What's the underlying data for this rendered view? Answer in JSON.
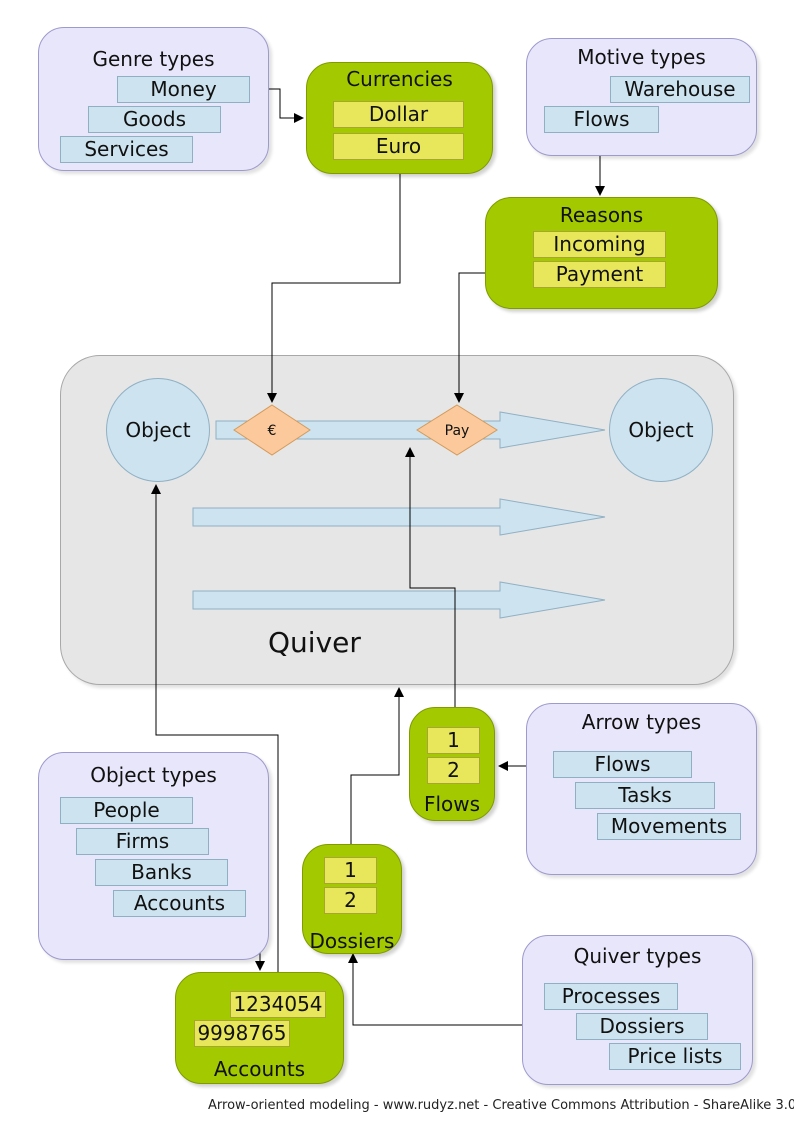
{
  "genre_types": {
    "title": "Genre types",
    "items": [
      "Money",
      "Goods",
      "Services"
    ]
  },
  "currencies": {
    "title": "Currencies",
    "items": [
      "Dollar",
      "Euro"
    ]
  },
  "motive_types": {
    "title": "Motive types",
    "items": [
      "Warehouse",
      "Flows"
    ]
  },
  "reasons": {
    "title": "Reasons",
    "items": [
      "Incoming",
      "Payment"
    ]
  },
  "quiver": {
    "label": "Quiver",
    "object_left": "Object",
    "object_right": "Object",
    "currency_symbol": "€",
    "pay_label": "Pay"
  },
  "flows_box": {
    "title": "Flows",
    "items": [
      "1",
      "2"
    ]
  },
  "arrow_types": {
    "title": "Arrow types",
    "items": [
      "Flows",
      "Tasks",
      "Movements"
    ]
  },
  "object_types": {
    "title": "Object types",
    "items": [
      "People",
      "Firms",
      "Banks",
      "Accounts"
    ]
  },
  "dossiers_box": {
    "title": "Dossiers",
    "items": [
      "1",
      "2"
    ]
  },
  "quiver_types": {
    "title": "Quiver types",
    "items": [
      "Processes",
      "Dossiers",
      "Price lists"
    ]
  },
  "accounts_box": {
    "title": "Accounts",
    "items": [
      "1234054",
      "9998765"
    ]
  },
  "footer": "Arrow-oriented modeling - www.rudyz.net - Creative Commons Attribution - ShareAlike 3.0",
  "colors": {
    "purple_box": "#e8e6fb",
    "green_box": "#a3c900",
    "blue_item": "#cde3ef",
    "yellow_item": "#e8e65a",
    "diamond": "#fbc99b",
    "quiver_bg": "#e6e6e6"
  }
}
